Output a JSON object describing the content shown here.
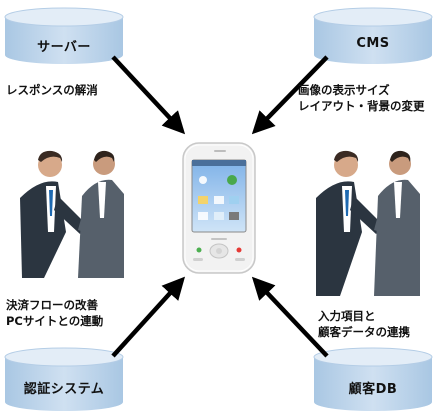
{
  "databases": {
    "server": "サーバー",
    "cms": "CMS",
    "auth": "認証システム",
    "customer_db": "顧客DB"
  },
  "notes": {
    "response": "レスポンスの解消",
    "display_line1": "画像の表示サイズ",
    "display_line2": "レイアウト・背景の変更",
    "payment_line1": "決済フローの改善",
    "payment_line2": "PCサイトとの連動",
    "input_line1": "入力項目と",
    "input_line2": "顧客データの連携"
  },
  "colors": {
    "cylinder_top": "#dde9f5",
    "cylinder_body": "#b9d3ea",
    "arrow": "#000000"
  }
}
